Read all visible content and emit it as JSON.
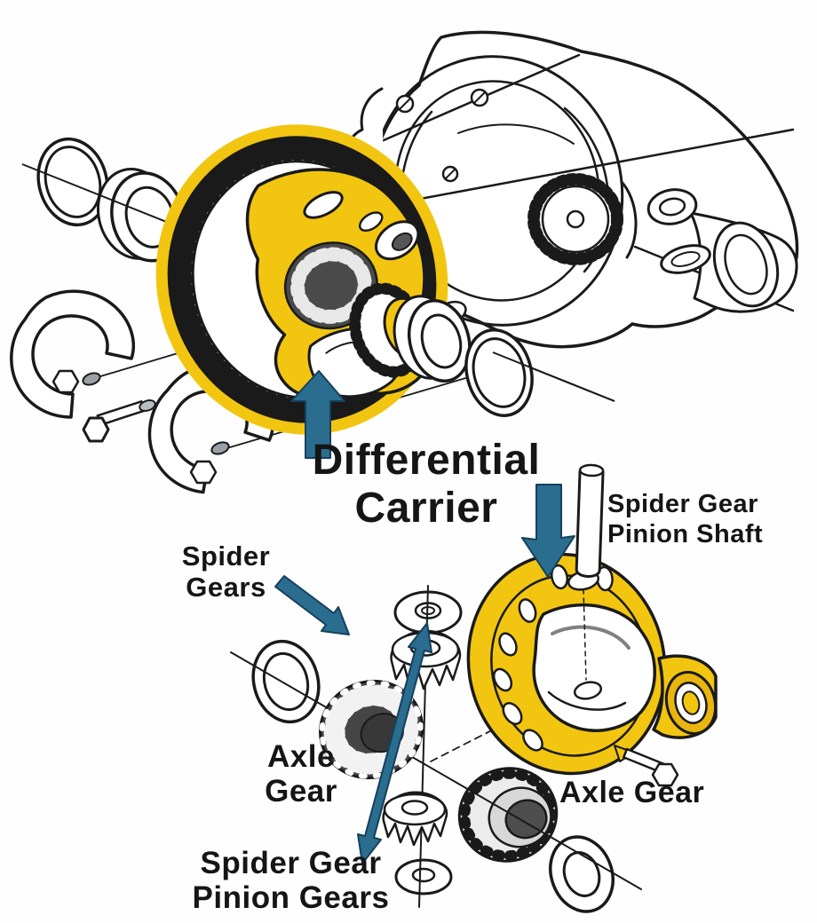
{
  "diagram": {
    "labels": {
      "differential_carrier": "Differential\nCarrier",
      "spider_gear_pinion_shaft": "Spider Gear\nPinion Shaft",
      "spider_gears": "Spider\nGears",
      "axle_gear_left": "Axle\nGear",
      "axle_gear_right": "Axle Gear",
      "spider_gear_pinion_gears": "Spider Gear\nPinion Gears"
    },
    "colors": {
      "part_highlight_yellow": "#F2C511",
      "arrow_teal": "#2A6D8F",
      "line_black": "#1A1A1A",
      "background": "#FFFFFF"
    }
  }
}
